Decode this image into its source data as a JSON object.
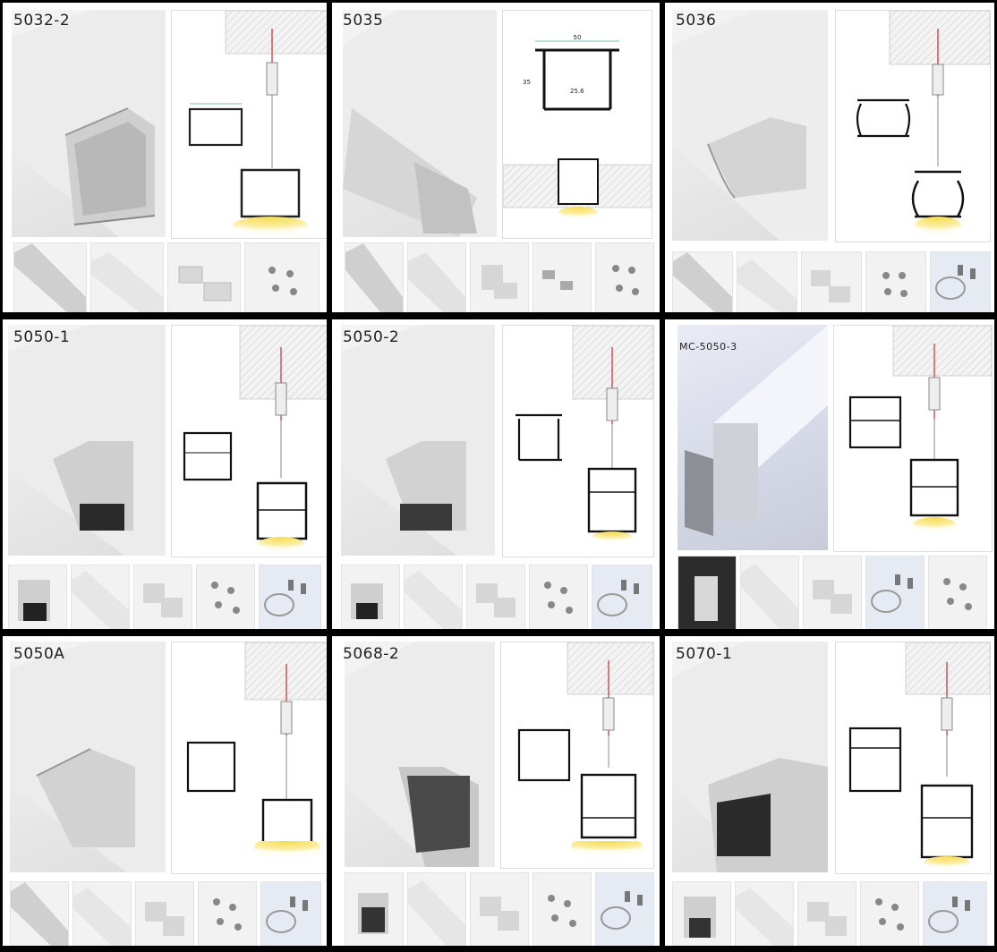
{
  "products": [
    {
      "code": "5032-2"
    },
    {
      "code": "5035",
      "dims": {
        "width": "50",
        "height": "35",
        "inner": "25.6"
      }
    },
    {
      "code": "5036"
    },
    {
      "code": "5050-1"
    },
    {
      "code": "5050-2"
    },
    {
      "code": "MC-5050-3"
    },
    {
      "code": "5050A"
    },
    {
      "code": "5068-2"
    },
    {
      "code": "5070-1"
    }
  ],
  "thumbnail_icons": [
    "profile-thumb-icon",
    "diffuser-thumb-icon",
    "end-cap-thumb-icon",
    "screws-thumb-icon",
    "suspension-kit-thumb-icon"
  ],
  "colors": {
    "background": "#000000",
    "panel": "#ffffff",
    "light_glow": "#f5d84a"
  }
}
